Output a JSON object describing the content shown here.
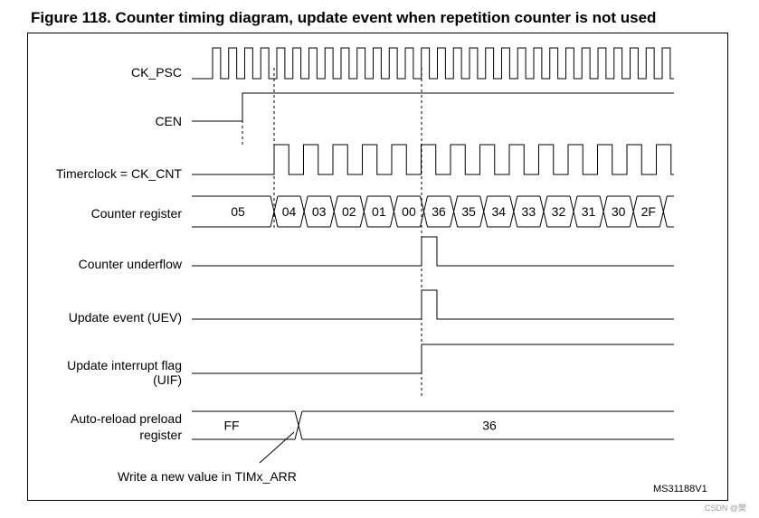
{
  "figure_title": "Figure 118. Counter timing diagram, update event when repetition counter is not used",
  "signals": {
    "ck_psc": "CK_PSC",
    "cen": "CEN",
    "timerclock": "Timerclock = CK_CNT",
    "counter_register": "Counter register",
    "counter_underflow": "Counter underflow",
    "update_event": "Update event (UEV)",
    "update_interrupt_flag_line1": "Update interrupt flag",
    "update_interrupt_flag_line2": "(UIF)",
    "auto_reload_line1": "Auto-reload preload",
    "auto_reload_line2": "register"
  },
  "counter_values": [
    "05",
    "04",
    "03",
    "02",
    "01",
    "00",
    "36",
    "35",
    "34",
    "33",
    "32",
    "31",
    "30",
    "2F"
  ],
  "auto_reload_values": [
    "FF",
    "36"
  ],
  "annotation": "Write a new value in TIMx_ARR",
  "figure_id": "MS31188V1",
  "watermark": "CSDN @樊"
}
